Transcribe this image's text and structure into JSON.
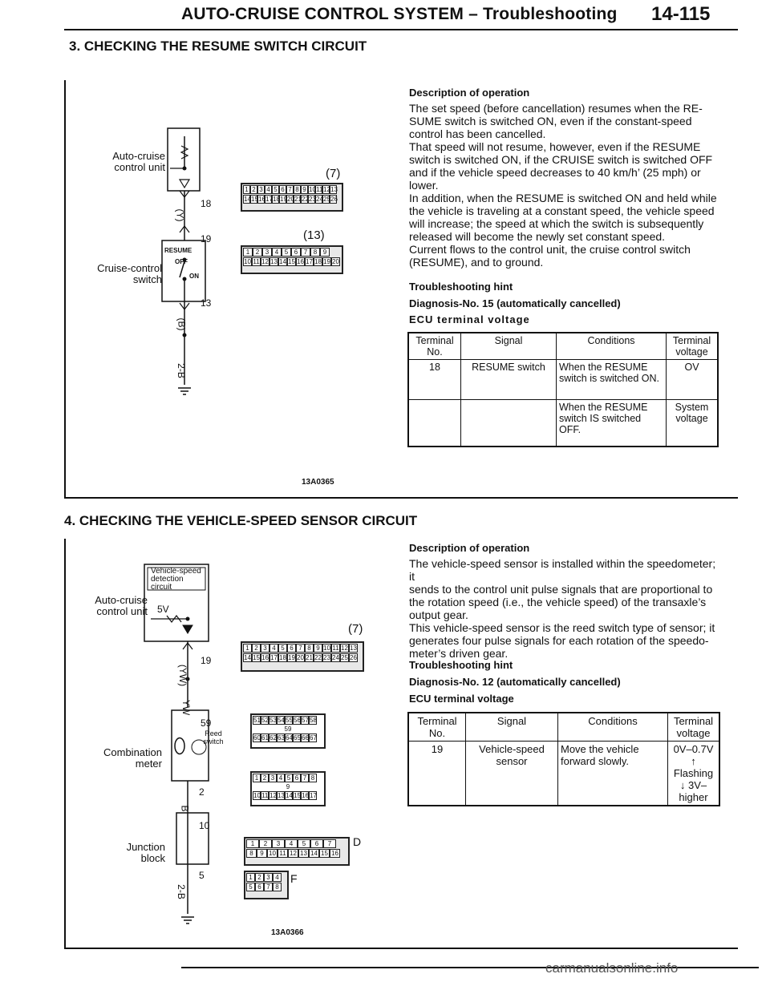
{
  "page": {
    "header_title": "AUTO-CRUISE CONTROL SYSTEM – Troubleshooting",
    "page_number": "14-115",
    "footer_watermark": "carmanualsonline.info"
  },
  "section3": {
    "title": "3. CHECKING THE RESUME SWITCH CIRCUIT",
    "diagram": {
      "control_unit_label": "Auto-cruise control unit",
      "connector_7_label": "(7)",
      "connector_13_label": "(13)",
      "switch_label": "Cruise-control switch",
      "switch_resume": "RESUME",
      "switch_off": "OFF",
      "switch_on": "ON",
      "pin_18": "18",
      "pin_19": "19",
      "pin_13": "13",
      "wire_y": "(Y)",
      "wire_b": "(B)",
      "ground_label": "2-B",
      "code": "13A0365",
      "conn7_row1": [
        "1",
        "2",
        "3",
        "4",
        "5",
        "6",
        "7",
        "8",
        "9",
        "10",
        "11",
        "12",
        "13"
      ],
      "conn7_row2": [
        "14",
        "15",
        "16",
        "17",
        "18",
        "19",
        "20",
        "21",
        "22",
        "23",
        "24",
        "25",
        "26"
      ],
      "conn13_row1": [
        "1",
        "2",
        "3",
        "4",
        "5",
        "6",
        "7",
        "8",
        "9"
      ],
      "conn13_row2": [
        "10",
        "11",
        "12",
        "13",
        "14",
        "15",
        "16",
        "17",
        "18",
        "19",
        "20"
      ]
    },
    "description_heading": "Description of operation",
    "description_lines": [
      "The set speed (before cancellation) resumes when the RE-",
      "SUME switch is switched ON, even if the constant-speed",
      "control has been cancelled.",
      "That speed will not resume, however, even if the RESUME",
      "switch is switched ON, if the CRUISE switch is switched OFF",
      "and if the vehicle speed decreases to 40 km/h’ (25 mph) or",
      "lower.",
      "In addition, when the RESUME is switched ON and held while",
      "the vehicle is traveling at a constant speed, the vehicle speed",
      "will increase; the speed at which the switch is subsequently",
      "released will become the newly set constant speed.",
      "Current flows to the control unit, the cruise control switch",
      "(RESUME), and to ground."
    ],
    "hint_heading": "Troubleshooting hint",
    "diagnosis": "Diagnosis-No. 15 (automatically cancelled)",
    "ecu_heading": "ECU terminal voltage",
    "table": {
      "headers": [
        "Terminal No.",
        "Signal",
        "Conditions",
        "Terminal voltage"
      ],
      "rows": [
        [
          "18",
          "RESUME switch",
          "When the RESUME switch is switched ON.",
          "OV"
        ],
        [
          "",
          "",
          "When the RESUME switch IS switched OFF.",
          "System voltage"
        ]
      ]
    }
  },
  "section4": {
    "title": "4. CHECKING THE VEHICLE-SPEED SENSOR CIRCUIT",
    "diagram": {
      "control_unit_label": "Auto-cruise control unit",
      "detection_label": "Vehicle-speed detection circuit",
      "five_v": "5V",
      "connector_7_label": "(7)",
      "pin_19": "19",
      "pin_59": "59",
      "pin_2": "2",
      "pin_10": "10",
      "pin_5": "5",
      "wire_yw": "(YW)",
      "wire_yw2": "YW",
      "wire_b": "B",
      "reed_label": "Reed switch",
      "meter_label": "Combination meter",
      "junction_label": "Junction block",
      "ground_label": "2-B",
      "conn_d_label": "D",
      "conn_f_label": "F",
      "code": "13A0366",
      "conn7_row1": [
        "1",
        "2",
        "3",
        "4",
        "5",
        "6",
        "7",
        "8",
        "9",
        "10",
        "11",
        "12",
        "13"
      ],
      "conn7_row2": [
        "14",
        "15",
        "16",
        "17",
        "18",
        "19",
        "20",
        "21",
        "22",
        "23",
        "24",
        "25",
        "26"
      ],
      "meter_row1": [
        "51",
        "52",
        "53",
        "54",
        "55",
        "56",
        "57",
        "58"
      ],
      "meter_mid": "59",
      "meter_row2": [
        "60",
        "61",
        "62",
        "63",
        "64",
        "65",
        "66",
        "67"
      ],
      "meter2_row1": [
        "1",
        "2",
        "3",
        "4",
        "5",
        "6",
        "7",
        "8"
      ],
      "meter2_mid": "9",
      "meter2_row2": [
        "10",
        "11",
        "12",
        "13",
        "14",
        "15",
        "16",
        "17"
      ],
      "connd_row1": [
        "1",
        "2",
        "3",
        "4",
        "5",
        "6",
        "7"
      ],
      "connd_row2": [
        "8",
        "9",
        "10",
        "11",
        "12",
        "13",
        "14",
        "15",
        "16"
      ],
      "connf_row1": [
        "1",
        "2",
        "3",
        "4"
      ],
      "connf_row2": [
        "5",
        "6",
        "7",
        "8"
      ]
    },
    "description_heading": "Description of operation",
    "description_lines": [
      "The vehicle-speed sensor is installed within the speedometer; it",
      "sends to the control unit pulse signals that are proportional to",
      "the rotation speed (i.e., the vehicle speed) of the transaxle’s",
      "output gear.",
      "This vehicle-speed sensor is the reed switch type of sensor; it",
      "generates four pulse signals for each rotation of the speedo-",
      "meter’s driven gear."
    ],
    "hint_heading": "Troubleshooting hint",
    "diagnosis": "Diagnosis-No. 12 (automatically cancelled)",
    "ecu_heading": "ECU terminal voltage",
    "table": {
      "headers": [
        "Terminal No.",
        "Signal",
        "Conditions",
        "Terminal voltage"
      ],
      "rows": [
        [
          "19",
          "Vehicle-speed sensor",
          "Move the vehicle forward slowly.",
          "0V–0.7V ↑ Flashing ↓ 3V–higher"
        ]
      ]
    }
  }
}
